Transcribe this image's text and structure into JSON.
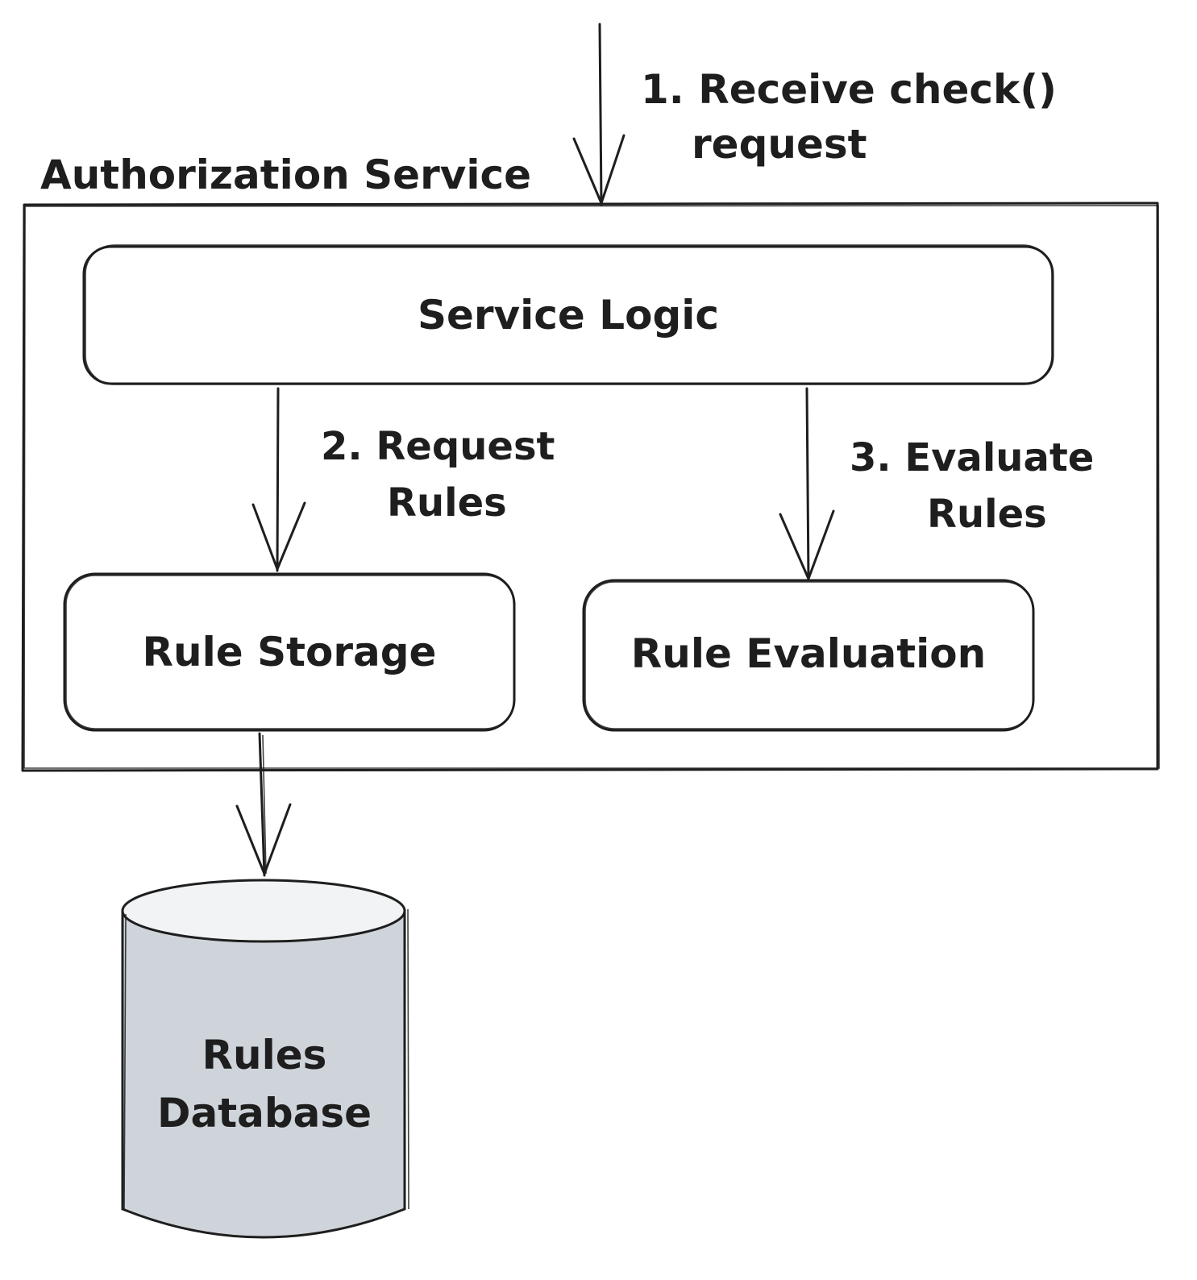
{
  "diagram": {
    "container_title": "Authorization Service",
    "step1": {
      "line1": "1. Receive check()",
      "line2": "request"
    },
    "step2": {
      "line1": "2. Request",
      "line2": "Rules"
    },
    "step3": {
      "line1": "3. Evaluate",
      "line2": "Rules"
    },
    "nodes": {
      "service_logic": "Service Logic",
      "rule_storage": "Rule Storage",
      "rule_evaluation": "Rule Evaluation",
      "rules_database": {
        "line1": "Rules",
        "line2": "Database"
      }
    },
    "colors": {
      "stroke": "#1e1e1e",
      "database_fill": "#ced4da",
      "database_top": "#f1f3f5",
      "background": "#ffffff"
    }
  }
}
